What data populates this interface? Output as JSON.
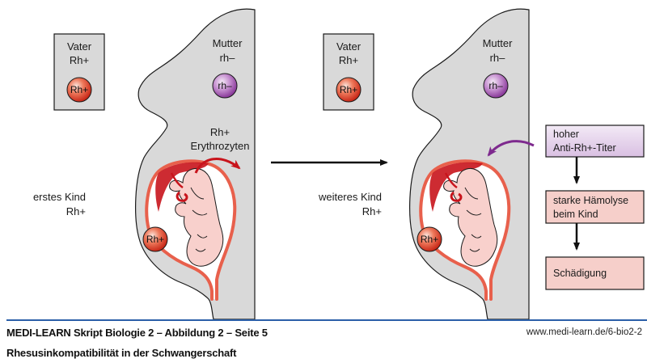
{
  "colors": {
    "silhouette": "#d9d9d9",
    "uterus": "#e8604c",
    "placenta": "#c8141c",
    "fetus": "#f8d0cc",
    "rh_plus_ball": "#d63a24",
    "rh_minus_ball": "#9a4aa8",
    "titer_box": "#e7d5ee",
    "effect_box": "#f6cfca",
    "footer_rule": "#2b5fa8"
  },
  "panels": [
    {
      "father": {
        "title": "Vater",
        "type": "Rh+",
        "ball": "Rh+"
      },
      "mother": {
        "title": "Mutter",
        "type": "rh–",
        "ball": "rh–"
      },
      "erythrocytes_label": [
        "Rh+",
        "Erythrozyten"
      ],
      "child_label": [
        "erstes Kind",
        "Rh+"
      ],
      "child_ball": "Rh+"
    },
    {
      "father": {
        "title": "Vater",
        "type": "Rh+",
        "ball": "Rh+"
      },
      "mother": {
        "title": "Mutter",
        "type": "rh–",
        "ball": "rh–"
      },
      "child_label": [
        "weiteres Kind",
        "Rh+"
      ],
      "child_ball": "Rh+"
    }
  ],
  "flow": [
    {
      "lines": [
        "hoher",
        "Anti-Rh+-Titer"
      ]
    },
    {
      "lines": [
        "starke Hämolyse",
        "beim Kind"
      ]
    },
    {
      "lines": [
        "Schädigung"
      ]
    }
  ],
  "footer": {
    "title": "MEDI-LEARN Skript Biologie 2 – Abbildung 2 – Seite 5",
    "url": "www.medi-learn.de/6-bio2-2",
    "subtitle": "Rhesusinkompatibilität in der Schwangerschaft"
  }
}
